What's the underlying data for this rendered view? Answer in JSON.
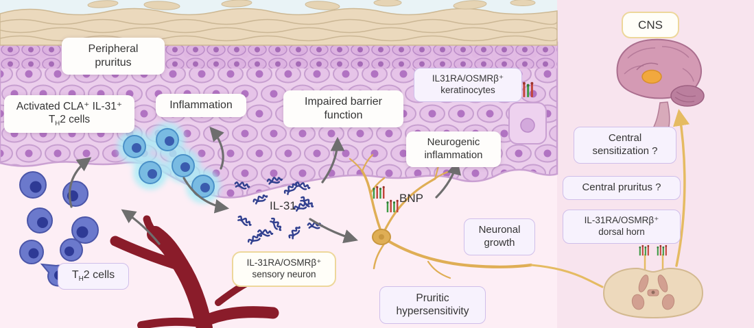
{
  "skin": {
    "peripheral_pruritus": "Peripheral pruritus",
    "activated_prefix": "Activated CLA⁺ IL-31⁺ T",
    "h_sub": "H",
    "activated_suffix": "2 cells",
    "inflammation": "Inflammation",
    "impaired_barrier": "Impaired barrier function",
    "keratinocytes": "IL31RA/OSMRβ⁺ keratinocytes",
    "neurogenic_inflammation": "Neurogenic inflammation",
    "il31": "IL-31",
    "bnp": "BNP",
    "th2_prefix": "T",
    "th2_suffix": "2 cells",
    "sensory_neuron": "IL-31RA/OSMRβ⁺ sensory neuron",
    "neuronal_growth": "Neuronal growth",
    "pruritic_hypersensitivity": "Pruritic hypersensitivity"
  },
  "cns_panel": {
    "cns": "CNS",
    "central_sensitization": "Central sensitization ?",
    "central_pruritus": "Central pruritus ?",
    "dorsal_horn": "IL-31RA/OSMRβ⁺ dorsal horn"
  },
  "colors": {
    "right-panel": "#f8e4ee",
    "dermis": "#fdeef5",
    "epidermis": "#eccfec",
    "corneum": "#ebd9bd",
    "cell-blue": "#6b79cc",
    "nucleus-blue": "#2e3a95",
    "glow": "#a9edf6",
    "activated-blue": "#79bbe2",
    "vessel-red": "#8a1c2a",
    "mol-blue": "#31408f",
    "neuron-gold": "#dfae55",
    "arrow-gray": "#6e6e6e",
    "box-border-lavender": "#cfbeea",
    "box-border-gold": "#edd79a"
  }
}
